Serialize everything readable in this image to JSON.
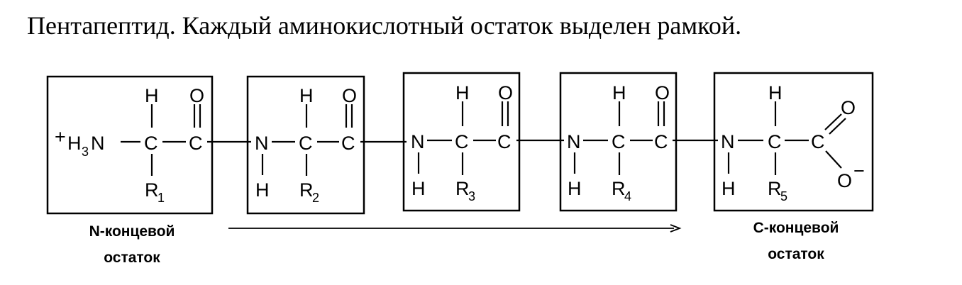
{
  "title": "Пентапептид. Каждый аминокислотный остаток выделен рамкой.",
  "atoms": {
    "h": "H",
    "o": "O",
    "c": "C",
    "n": "N",
    "r": "R",
    "nh3": "H",
    "nh3_sub": "3",
    "nh3_n": "N",
    "o_minus": "O",
    "plus": "+",
    "minus": "−"
  },
  "residues": [
    {
      "index": "1"
    },
    {
      "index": "2"
    },
    {
      "index": "3"
    },
    {
      "index": "4"
    },
    {
      "index": "5"
    }
  ],
  "captions": {
    "n_terminal_line1": "N-концевой",
    "n_terminal_line2": "остаток",
    "c_terminal_line1": "C-концевой",
    "c_terminal_line2": "остаток"
  }
}
